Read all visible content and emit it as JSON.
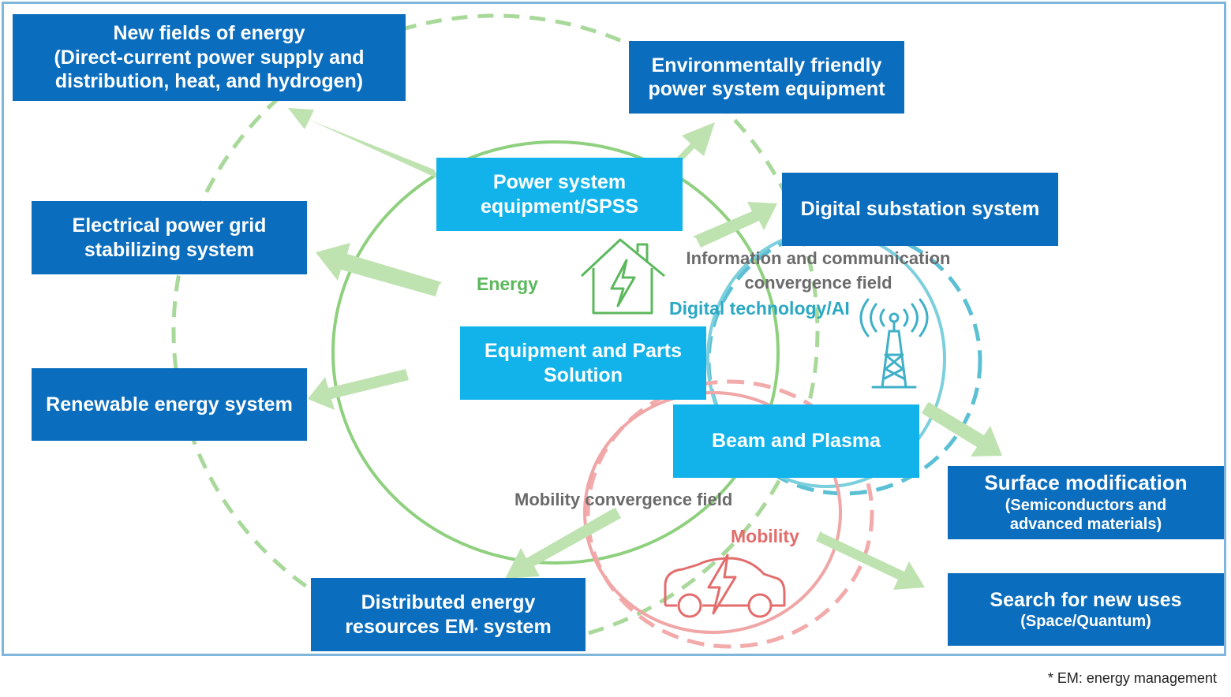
{
  "boxes": {
    "new_fields": {
      "line1": "New fields of energy",
      "line2": "(Direct-current power supply and",
      "line3": "distribution, heat, and hydrogen)"
    },
    "env_friendly": {
      "line1": "Environmentally friendly",
      "line2": "power system equipment"
    },
    "digital_substation": {
      "line1": "Digital substation system"
    },
    "grid_stabilizing": {
      "line1": "Electrical power grid",
      "line2": "stabilizing system"
    },
    "renewable": {
      "line1": "Renewable energy system"
    },
    "power_system": {
      "line1": "Power system",
      "line2": "equipment/SPSS"
    },
    "equipment_parts": {
      "line1": "Equipment and Parts",
      "line2": "Solution"
    },
    "beam_plasma": {
      "line1": "Beam and Plasma"
    },
    "surface_mod": {
      "line1": "Surface modification",
      "line2": "(Semiconductors and",
      "line3": "advanced materials)"
    },
    "search_uses": {
      "line1": "Search for new uses",
      "line2": "(Space/Quantum)"
    },
    "distributed": {
      "line1": "Distributed energy",
      "line2_prefix": "resources EM",
      "line2_mark": "*",
      "line2_suffix": " system"
    }
  },
  "labels": {
    "energy": "Energy",
    "info_comm_line1": "Information and communication",
    "info_comm_line2": "convergence field",
    "digital_ai": "Digital technology/AI",
    "mobility_field": "Mobility convergence field",
    "mobility": "Mobility"
  },
  "footnote": "* EM: energy management",
  "colors": {
    "dark_box": "#0a6dbd",
    "light_box": "#12b3ea",
    "energy_green": "#5cb85c",
    "digital_teal": "#3fb0c8",
    "mobility_red": "#e36c6c",
    "arrow_green": "#bfe3b0",
    "frame_blue": "#7fb6db"
  },
  "icons": [
    "house-lightning-icon",
    "radio-tower-icon",
    "electric-car-icon"
  ]
}
